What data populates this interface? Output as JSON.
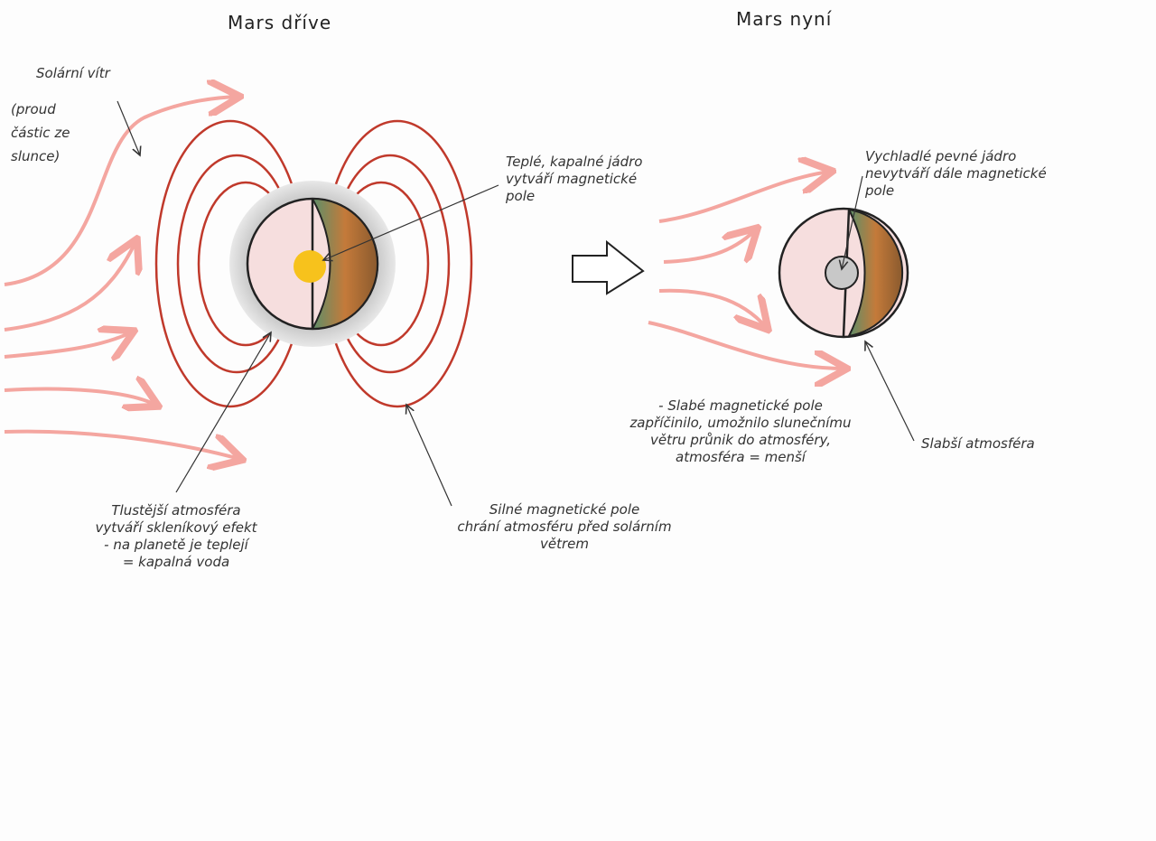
{
  "titles": {
    "before": "Mars dříve",
    "now": "Mars nyní"
  },
  "labels": {
    "solar_wind": "Solární vítr",
    "solar_wind_note": [
      "(proud",
      "částic ze",
      "slunce)"
    ],
    "hot_core": [
      "Teplé, kapalné jádro",
      "vytváří magnetické",
      "pole"
    ],
    "cold_core": [
      "Vychladlé pevné jádro",
      "nevytváří dále magnetické",
      "pole"
    ],
    "weak_field": [
      "- Slabé magnetické pole",
      "zapříčinilo, umožnilo slunečnímu",
      "větru průnik do atmosféry,",
      "atmosféra = menší"
    ],
    "weaker_atmosphere": "Slabší atmosféra",
    "thick_atmosphere": [
      "Tlustější atmosféra",
      "vytváří skleníkový efekt",
      "- na planetě je teplejí",
      "= kapalná voda"
    ],
    "strong_field": [
      "Silné magnetické pole",
      "chrání atmosféru před solárním",
      "větrem"
    ]
  },
  "colors": {
    "field_lines": "#c0392b",
    "wind": "#f4a6a0",
    "core_hot": "#f7c21c",
    "core_cold": "#c8c8c8",
    "atmosphere": "#bdbdbd"
  }
}
